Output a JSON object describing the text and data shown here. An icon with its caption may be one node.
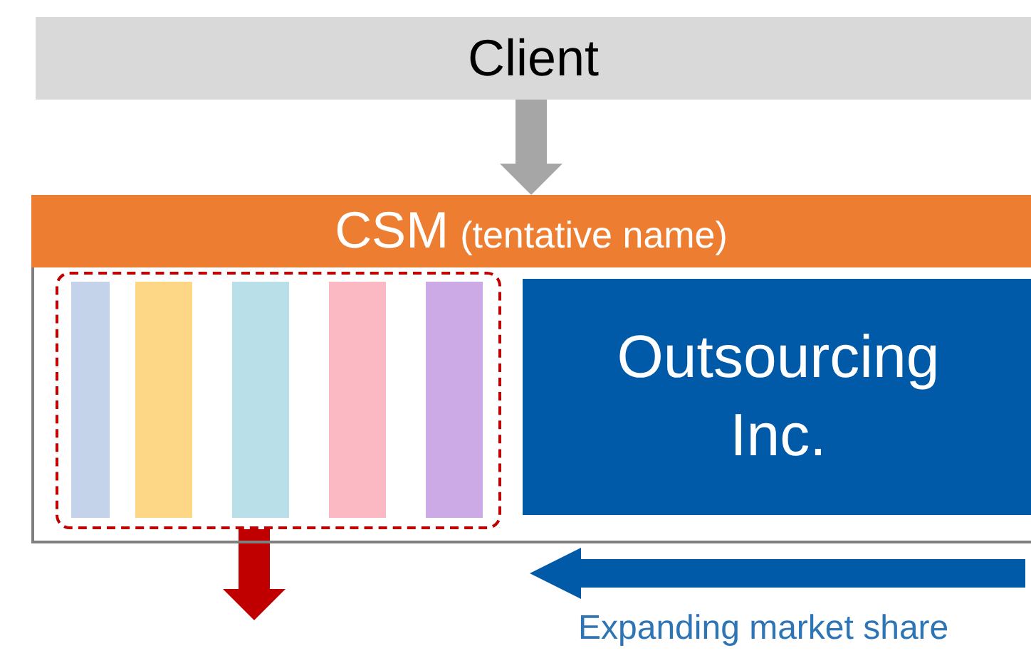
{
  "diagram": {
    "nodes": [
      {
        "text": [
          "Client"
        ]
      },
      {
        "text": [
          "CSM",
          "(tentative name)"
        ]
      },
      {
        "text": [],
        "shape": "box",
        "in": 1
      },
      {
        "text": [],
        "shape": "bar",
        "in": 2
      },
      {
        "text": [],
        "shape": "bar",
        "in": 2
      },
      {
        "text": [],
        "shape": "bar",
        "in": 2
      },
      {
        "text": [],
        "shape": "bar",
        "in": 2
      },
      {
        "text": [],
        "shape": "bar",
        "in": 2
      },
      {
        "text": [
          "Outsourcing Inc."
        ],
        "in": 1
      }
    ],
    "edges": [
      {
        "from": 0,
        "to": 1,
        "arrow": "to",
        "style": "thick"
      },
      {
        "from": 2,
        "to": null,
        "arrow": "to",
        "style": "thick",
        "color": "#c00000"
      }
    ],
    "labels": [
      "Expanding market share"
    ]
  }
}
